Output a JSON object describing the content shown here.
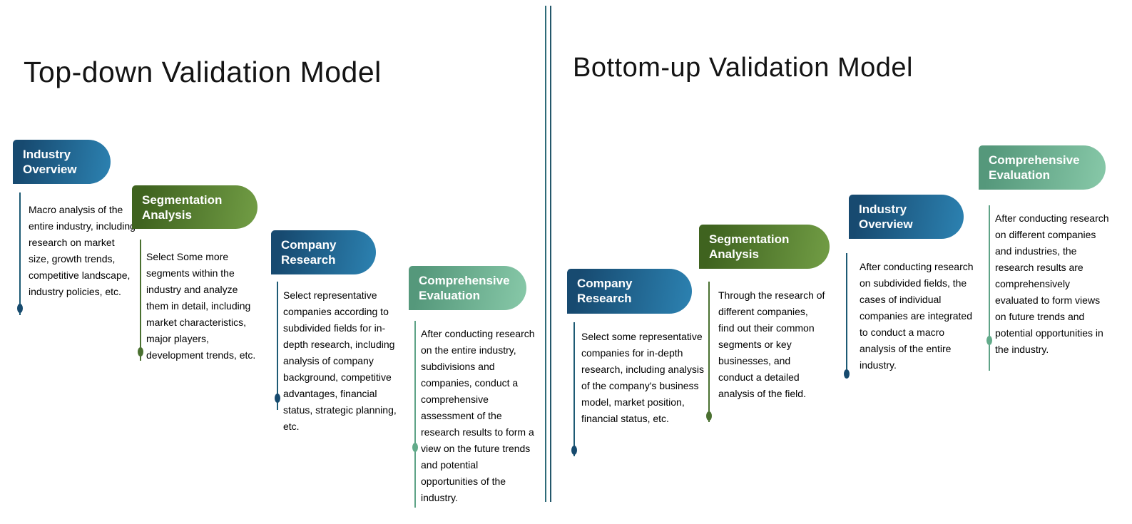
{
  "colors": {
    "blue_badge_start": "#174a70",
    "blue_badge_end": "#2b7fae",
    "green_badge_start": "#3f631f",
    "green_badge_end": "#6f9a43",
    "teal_badge_start": "#55987b",
    "teal_badge_end": "#85c6a6",
    "divider": "#2d6b78",
    "text": "#000000",
    "badge_text": "#ffffff"
  },
  "left_panel": {
    "title": "Top-down Validation Model",
    "items": [
      {
        "title_line1": "Industry",
        "title_line2": "Overview",
        "color": "blue",
        "description": "Macro analysis of the entire industry, including research on market size, growth trends, competitive landscape, industry policies, etc."
      },
      {
        "title_line1": "Segmentation",
        "title_line2": "Analysis",
        "color": "green",
        "description": "Select Some more segments within the industry and analyze them in detail, including market characteristics, major players, development trends, etc."
      },
      {
        "title_line1": "Company",
        "title_line2": "Research",
        "color": "blue",
        "description": "Select representative companies according to subdivided fields for in-depth research, including analysis of company background, competitive advantages, financial status, strategic planning, etc."
      },
      {
        "title_line1": "Comprehensive",
        "title_line2": "Evaluation",
        "color": "teal",
        "description": "After conducting research on the entire industry, subdivisions and companies, conduct a comprehensive assessment of the research results to form a view on the future trends and potential opportunities of the industry."
      }
    ]
  },
  "right_panel": {
    "title": "Bottom-up Validation Model",
    "items": [
      {
        "title_line1": "Company",
        "title_line2": "Research",
        "color": "blue",
        "description": "Select some representative companies for in-depth research, including analysis of the company's business model, market position, financial status, etc."
      },
      {
        "title_line1": "Segmentation",
        "title_line2": "Analysis",
        "color": "green",
        "description": "Through the research of different companies, find out their common segments or key businesses, and conduct a detailed analysis of the field."
      },
      {
        "title_line1": "Industry",
        "title_line2": "Overview",
        "color": "blue",
        "description": "After conducting research on subdivided fields, the cases of individual companies are integrated to conduct a macro analysis of the entire industry."
      },
      {
        "title_line1": "Comprehensive",
        "title_line2": "Evaluation",
        "color": "teal",
        "description": "After conducting research on different companies and industries, the research results are comprehensively evaluated to form views on future trends and potential opportunities in the industry."
      }
    ]
  }
}
